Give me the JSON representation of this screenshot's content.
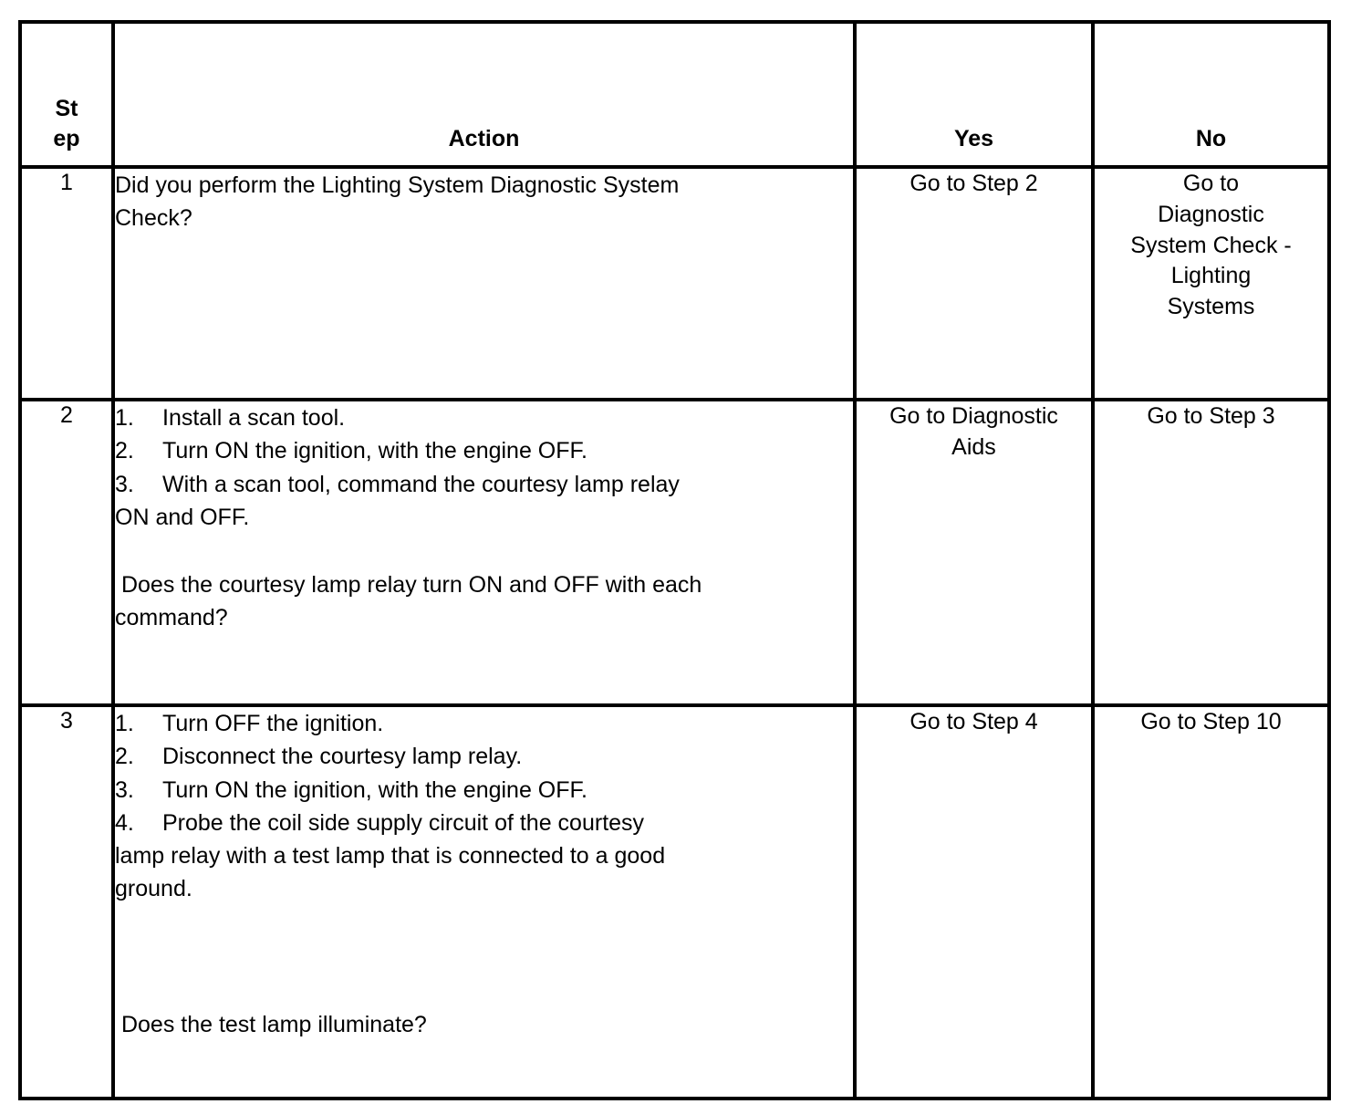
{
  "table": {
    "headers": {
      "step_line1": "St",
      "step_line2": "ep",
      "action": "Action",
      "yes": "Yes",
      "no": "No"
    },
    "rows": [
      {
        "step": "1",
        "action": {
          "intro_steps": [],
          "question_lines": [
            "Did you perform the Lighting System Diagnostic System",
            "Check?"
          ]
        },
        "yes_lines": [
          "Go to Step 2"
        ],
        "no_lines": [
          "Go to",
          "Diagnostic",
          "System Check -",
          "Lighting",
          "Systems"
        ]
      },
      {
        "step": "2",
        "action": {
          "intro_steps": [
            {
              "num": "1.",
              "text": "Install a scan tool."
            },
            {
              "num": "2.",
              "text": "Turn ON the ignition, with the engine OFF."
            },
            {
              "num": "3.",
              "text": "With a scan tool, command the courtesy lamp relay"
            }
          ],
          "continuation": "ON and OFF.",
          "question_lines": [
            " Does the courtesy lamp relay turn ON and OFF with each",
            "command?"
          ]
        },
        "yes_lines": [
          "Go to Diagnostic",
          "Aids"
        ],
        "no_lines": [
          "Go to Step 3"
        ]
      },
      {
        "step": "3",
        "action": {
          "intro_steps": [
            {
              "num": "1.",
              "text": "Turn OFF the ignition."
            },
            {
              "num": "2.",
              "text": "Disconnect the courtesy lamp relay."
            },
            {
              "num": "3.",
              "text": "Turn ON the ignition, with the engine OFF."
            },
            {
              "num": "4.",
              "text": "Probe the coil side supply circuit of the courtesy"
            }
          ],
          "continuation_lines": [
            "lamp relay with a test lamp that is connected to a good",
            "ground."
          ],
          "question_lines": [
            " Does the test lamp illuminate?"
          ]
        },
        "yes_lines": [
          "Go to Step 4"
        ],
        "no_lines": [
          "Go to Step 10"
        ]
      }
    ]
  },
  "colors": {
    "border": "#000000",
    "text": "#000000",
    "background": "#ffffff"
  }
}
